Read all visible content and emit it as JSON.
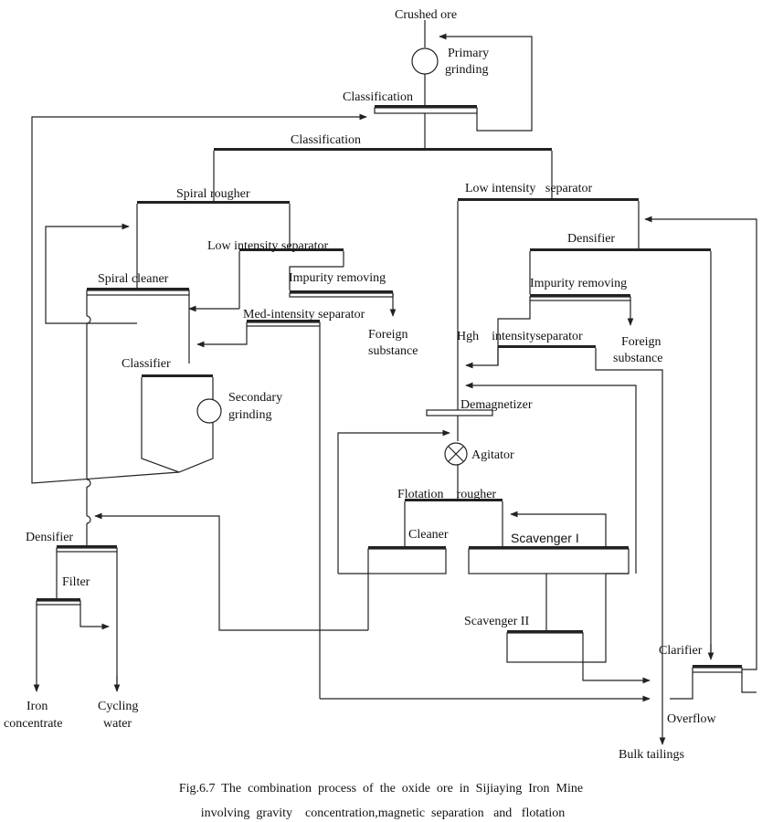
{
  "labels": {
    "crushed_ore": "Crushed ore",
    "primary": "Primary",
    "grinding": "grinding",
    "classification_1": "Classification",
    "classification_2": "Classification",
    "spiral_rougher": "Spiral rougher",
    "low_intensity_separator_right": "Low intensity   separator",
    "low_intensity_separator_left": "Low intensity separator",
    "densifier_right": "Densifier",
    "spiral_cleaner": "Spiral cleaner",
    "impurity_removing_left": "Impurity removing",
    "impurity_removing_right": "Impurity removing",
    "med_intensity_separator": "Med-intensity separator",
    "foreign": "Foreign",
    "substance": "substance",
    "hgh_intensity_separator": "Hgh    intensityseparator",
    "classifier": "Classifier",
    "secondary": "Secondary",
    "demagnetizer": "Demagnetizer",
    "agitator": "Agitator",
    "flotation_rougher": "Flotation    rougher",
    "cleaner": "Cleaner",
    "scavenger_1": "Scavenger I",
    "densifier_left": "Densifier",
    "filter": "Filter",
    "scavenger_2": "Scavenger II",
    "clarifier": "Clarifier",
    "iron": "Iron",
    "concentrate": "concentrate",
    "cycling": "Cycling",
    "water": "water",
    "overflow": "Overflow",
    "bulk_tailings": "Bulk tailings"
  },
  "caption": {
    "line1": "Fig.6.7  The  combination  process  of  the  oxide  ore  in  Sijiaying  Iron  Mine",
    "line2": "involving  gravity    concentration,magnetic  separation   and   flotation"
  }
}
